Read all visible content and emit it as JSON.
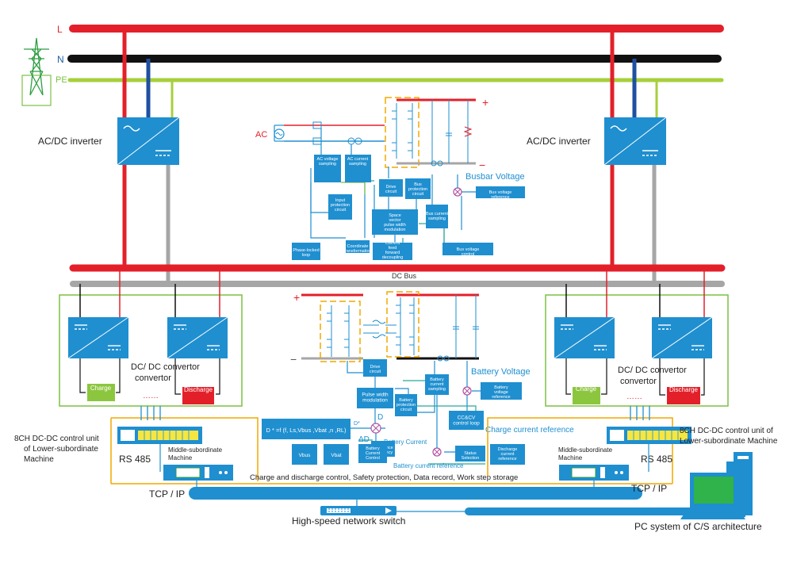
{
  "lines": {
    "L": "L",
    "N": "N",
    "PE": "PE"
  },
  "inverters": {
    "left_label": "AC/DC inverter",
    "right_label": "AC/DC inverter"
  },
  "ac_section": {
    "ac_source": "AC",
    "plus": "+",
    "minus": "−",
    "busbar_voltage": "Busbar Voltage",
    "blocks": {
      "ac_voltage_sampling": "AC voltage sampling",
      "ac_current_sampling": "AC current sampling",
      "input_protection": "Input protection circuit",
      "drive_circuit": "Drive circuit",
      "bus_protection": "Bus protection circuit",
      "bus_current_sampling": "Bus current sampling",
      "svpwm": "Space vector pulse width modulation",
      "pll": "Phase-locked loop",
      "coordinate": "Coordinate transformation",
      "current_feed": "Current feed forward decoupling control",
      "bus_voltage_control": "Bus voltage control",
      "bus_voltage_reference": "Bus voltage reference"
    }
  },
  "dc_bus": "DC Bus",
  "dc_section": {
    "plus": "+",
    "minus": "−",
    "battery_voltage": "Battery Voltage",
    "charge_current_reference": "Charge current reference",
    "battery_current": "Battery Current",
    "battery_current_reference": "Battery current reference",
    "d_label": "D",
    "delta_d": "ΔD",
    "d_star": "D*",
    "formula": "D * =f (f, Ls,Vbus ,Vbat ,n ,RL)",
    "blocks": {
      "drive_circuit": "Drive circuit",
      "battery_current_sampling": "Battery current sampling",
      "battery_voltage_reference": "Battery voltage reference",
      "pwm": "Pulse width modulation",
      "battery_protection": "Battery protection circuit",
      "ccv_loop": "CC&CV control loop",
      "reference_frequency": "Reference frequency",
      "vbus": "Vbus",
      "vbat": "Vbat",
      "battery_current_control": "Battery Current Control",
      "status_selection": "Status Selection",
      "discharge_current_reference": "Discharge current reference"
    }
  },
  "converters": {
    "left_label": "DC/ DC convertor",
    "right_label": "DC/ DC convertor",
    "charge": "Charge",
    "discharge": "Discharge",
    "ellipsis": "……"
  },
  "control": {
    "left_unit": "8CH DC-DC control unit of Lower-subordinate Machine",
    "right_unit": "8CH DC-DC control unit of Lower-subordinate Machine",
    "rs485_left": "RS 485",
    "rs485_right": "RS 485",
    "middle_left": "Middle-subordinate Machine",
    "middle_right": "Middle-subordinate Machine",
    "functions": "Charge and discharge control, Safety protection, Data record, Work step storage",
    "tcpip_left": "TCP / IP",
    "tcpip_right": "TCP / IP",
    "switch": "High-speed network switch",
    "pc": "PC system of C/S architecture"
  },
  "colors": {
    "L": "#e3202a",
    "N": "#111111",
    "PE": "#a7cf3c",
    "blue": "#1f8fd0",
    "gray": "#a6a6a6",
    "green_frame": "#7bc142",
    "orange_frame": "#f2a900"
  }
}
